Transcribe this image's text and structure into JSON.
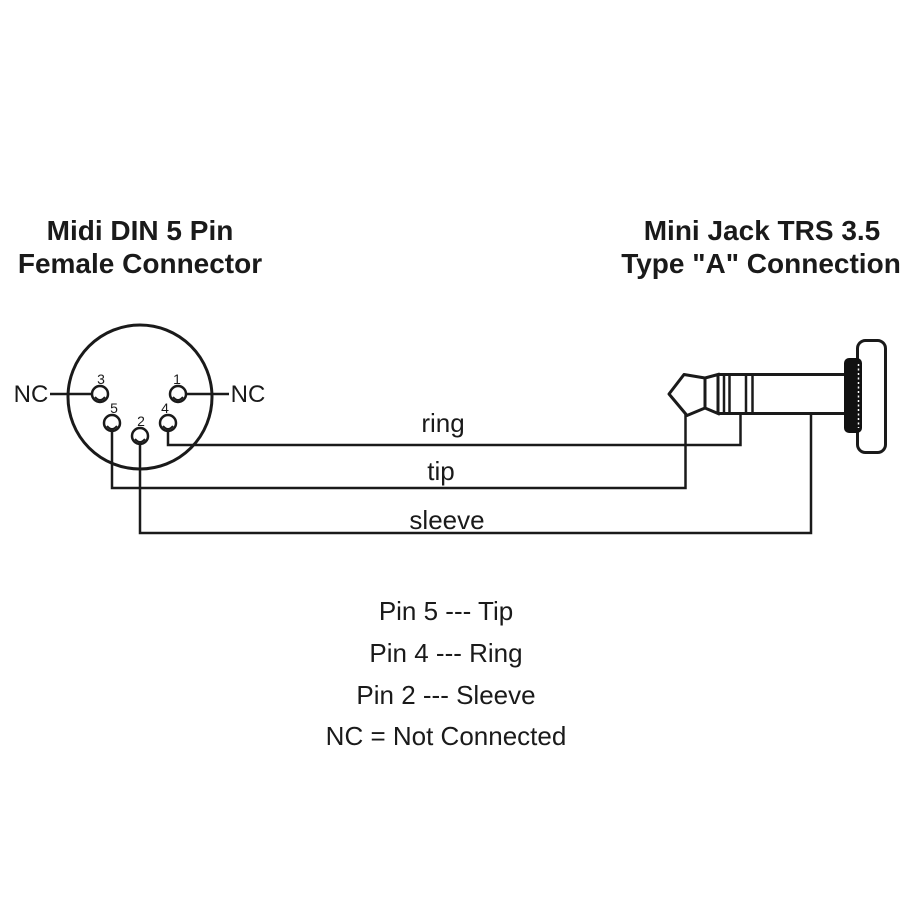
{
  "colors": {
    "background": "#ffffff",
    "ink": "#1a1a1a",
    "jack_collar": "#111111"
  },
  "left_connector": {
    "title_line1": "Midi DIN 5 Pin",
    "title_line2": "Female Connector",
    "nc_left": "NC",
    "nc_right": "NC",
    "pins": [
      {
        "number": "1"
      },
      {
        "number": "2"
      },
      {
        "number": "3"
      },
      {
        "number": "4"
      },
      {
        "number": "5"
      }
    ]
  },
  "right_connector": {
    "title_line1": "Mini Jack TRS 3.5",
    "title_line2": "Type \"A\" Connection"
  },
  "wire_labels": {
    "ring": "ring",
    "tip": "tip",
    "sleeve": "sleeve"
  },
  "legend": {
    "pin5": "Pin 5 --- Tip",
    "pin4": "Pin 4 --- Ring",
    "pin2": "Pin 2 --- Sleeve",
    "nc": "NC = Not Connected"
  }
}
